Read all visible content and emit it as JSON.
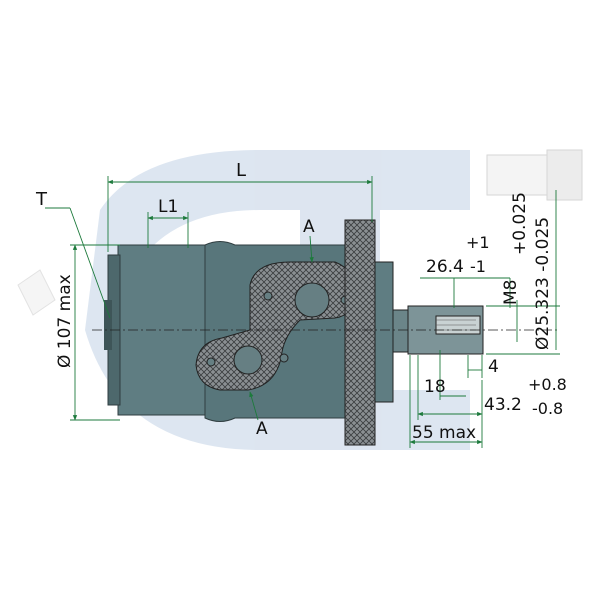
{
  "labels": {
    "T": "T",
    "L": "L",
    "L1": "L1",
    "A_top": "A",
    "A_bottom": "A",
    "dia107": "Ø 107 max",
    "d26": "26.4",
    "d26_plus": "+1",
    "d26_minus": "-1",
    "m8": "M8",
    "tol_upper": "+0.025",
    "dia25": "Ø25.323 -0.025",
    "d4": "4",
    "d18": "18",
    "d43": "43.2",
    "d43_plus": "+0.8",
    "d43_minus": "-0.8",
    "d55": "55 max"
  },
  "colors": {
    "body": "#5f7d82",
    "body_dark": "#4d686c",
    "line": "#1d7a3c",
    "watermark": "#9fb6d6"
  }
}
